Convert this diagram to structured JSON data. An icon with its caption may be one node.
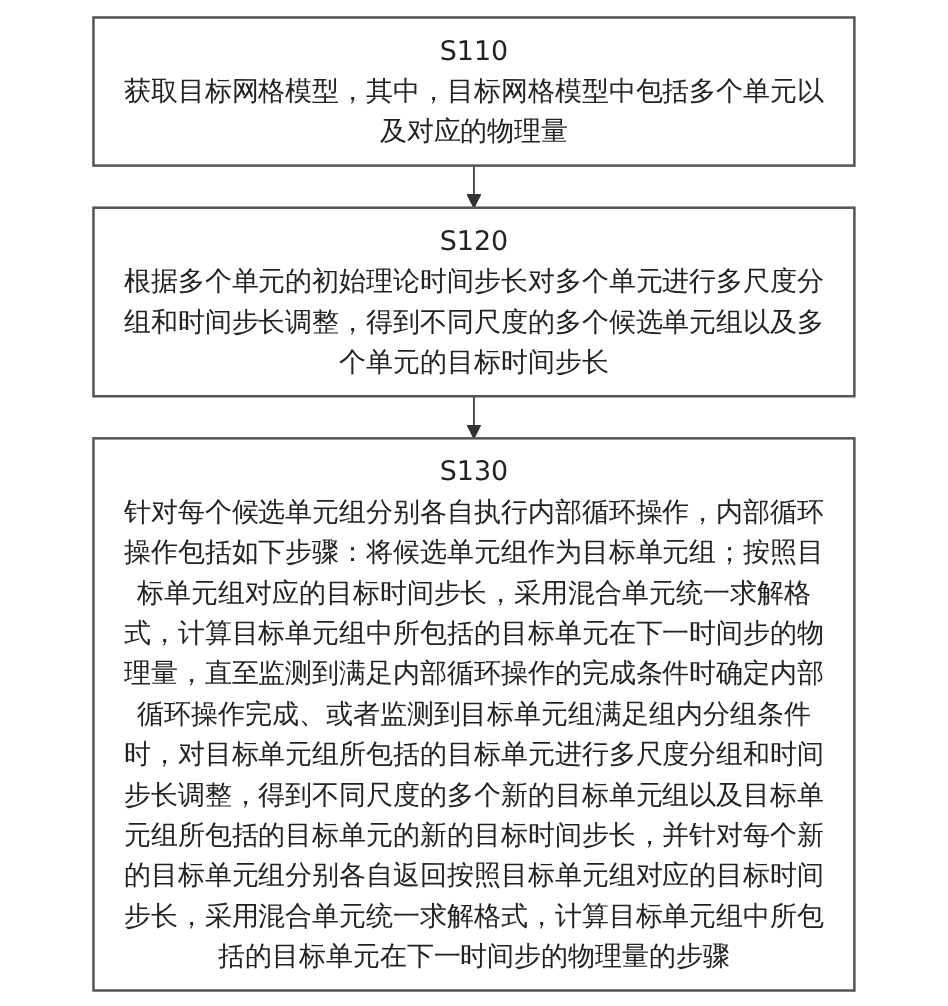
{
  "diagram": {
    "nodes": [
      {
        "text": [
          "S110",
          "获取目标网格模型，其中，目标网格模型中包括多个单元以及对应的物理量"
        ]
      },
      {
        "text": [
          "S120",
          "根据多个单元的初始理论时间步长对多个单元进行多尺度分组和时间步长调整，得到不同尺度的多个候选单元组以及多个单元的目标时间步长"
        ]
      },
      {
        "text": [
          "S130",
          "针对每个候选单元组分别各自执行内部循环操作，内部循环操作包括如下步骤：将候选单元组作为目标单元组；按照目标单元组对应的目标时间步长，采用混合单元统一求解格式，计算目标单元组中所包括的目标单元在下一时间步的物理量，直至监测到满足内部循环操作的完成条件时确定内部循环操作完成、或者监测到目标单元组满足组内分组条件时，对目标单元组所包括的目标单元进行多尺度分组和时间步长调整，得到不同尺度的多个新的目标单元组以及目标单元组所包括的目标单元的新的目标时间步长，并针对每个新的目标单元组分别各自返回按照目标单元组对应的目标时间步长，采用混合单元统一求解格式，计算目标单元组中所包括的目标单元在下一时间步的物理量的步骤"
        ]
      }
    ],
    "edges": [
      {
        "from": 0,
        "to": 1,
        "arrow": "to"
      },
      {
        "from": 1,
        "to": 2,
        "arrow": "to"
      }
    ]
  }
}
